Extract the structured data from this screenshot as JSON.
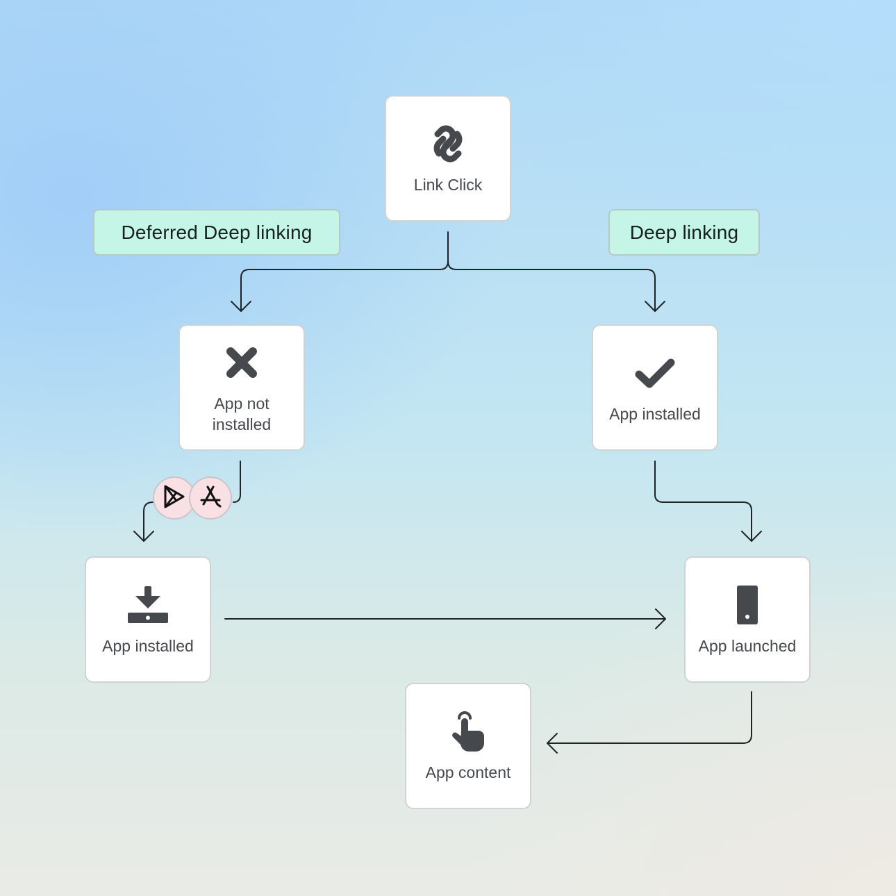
{
  "colors": {
    "card_bg": "#ffffff",
    "card_border": "#cfd3d6",
    "icon": "#45484d",
    "pill_bg": "#c5f5e7",
    "connector": "#1f2326",
    "store_badge_bg": "#f8e0e4"
  },
  "labels": {
    "deferred": "Deferred Deep linking",
    "deep": "Deep linking"
  },
  "nodes": {
    "link_click": {
      "label": "Link Click",
      "icon": "link-icon"
    },
    "app_not_installed": {
      "label": "App not\ninstalled",
      "icon": "x-icon"
    },
    "app_installed_right": {
      "label": "App installed",
      "icon": "check-icon"
    },
    "app_installed_left": {
      "label": "App installed",
      "icon": "download-icon"
    },
    "app_launched": {
      "label": "App launched",
      "icon": "phone-icon"
    },
    "app_content": {
      "label": "App content",
      "icon": "tap-icon"
    }
  },
  "stores": [
    {
      "icon": "google-play-icon"
    },
    {
      "icon": "app-store-icon"
    }
  ]
}
